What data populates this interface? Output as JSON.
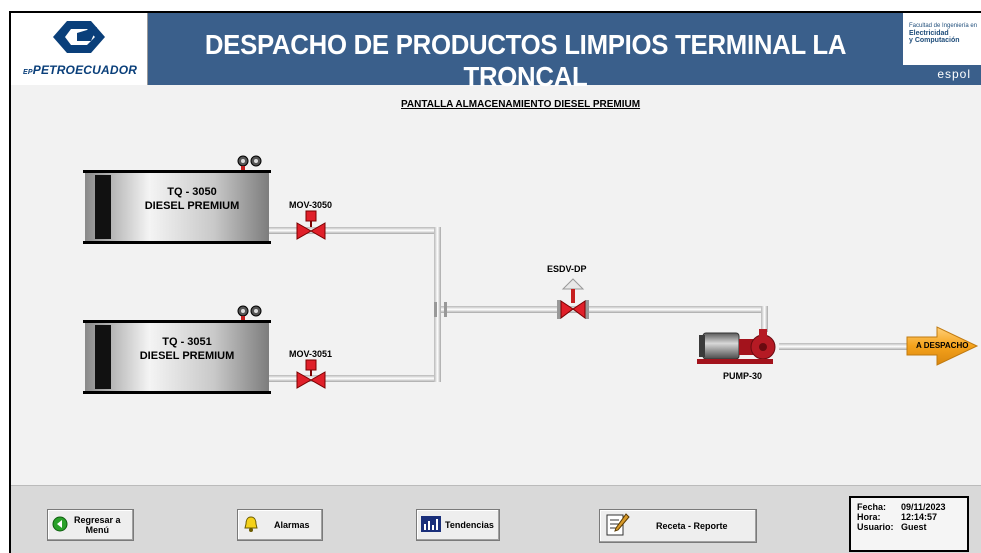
{
  "header": {
    "logo_left": "PETROECUADOR",
    "logo_left_prefix": "EP",
    "title": "DESPACHO DE PRODUCTOS LIMPIOS TERMINAL LA TRONCAL",
    "logo_right_line1": "Facultad de Ingeniería en",
    "logo_right_line2": "Electricidad",
    "logo_right_line3": "y Computación",
    "logo_right_brand": "espol"
  },
  "screen": {
    "subtitle": "PANTALLA  ALMACENAMIENTO DIESEL PREMIUM"
  },
  "tanks": [
    {
      "tag": "TQ - 3050",
      "product": "DIESEL PREMIUM"
    },
    {
      "tag": "TQ - 3051",
      "product": "DIESEL PREMIUM"
    }
  ],
  "valves": {
    "mov1": "MOV-3050",
    "mov2": "MOV-3051",
    "esdv": "ESDV-DP"
  },
  "pump": {
    "tag": "PUMP-30"
  },
  "destination": {
    "label": "A DESPACHO"
  },
  "toolbar": {
    "back_label_1": "Regresar a",
    "back_label_2": "Menú",
    "alarms_label": "Alarmas",
    "trends_label": "Tendencias",
    "recipe_label": "Receta - Reporte"
  },
  "status": {
    "date_key": "Fecha:",
    "date_value": "09/11/2023",
    "time_key": "Hora:",
    "time_value": "12:14:57",
    "user_key": "Usuario:",
    "user_value": "Guest"
  },
  "colors": {
    "title_band": "#3a5f8b",
    "valve_red": "#e0202a",
    "arrow_orange": "#f5a21b",
    "pump_red": "#a3131c"
  }
}
